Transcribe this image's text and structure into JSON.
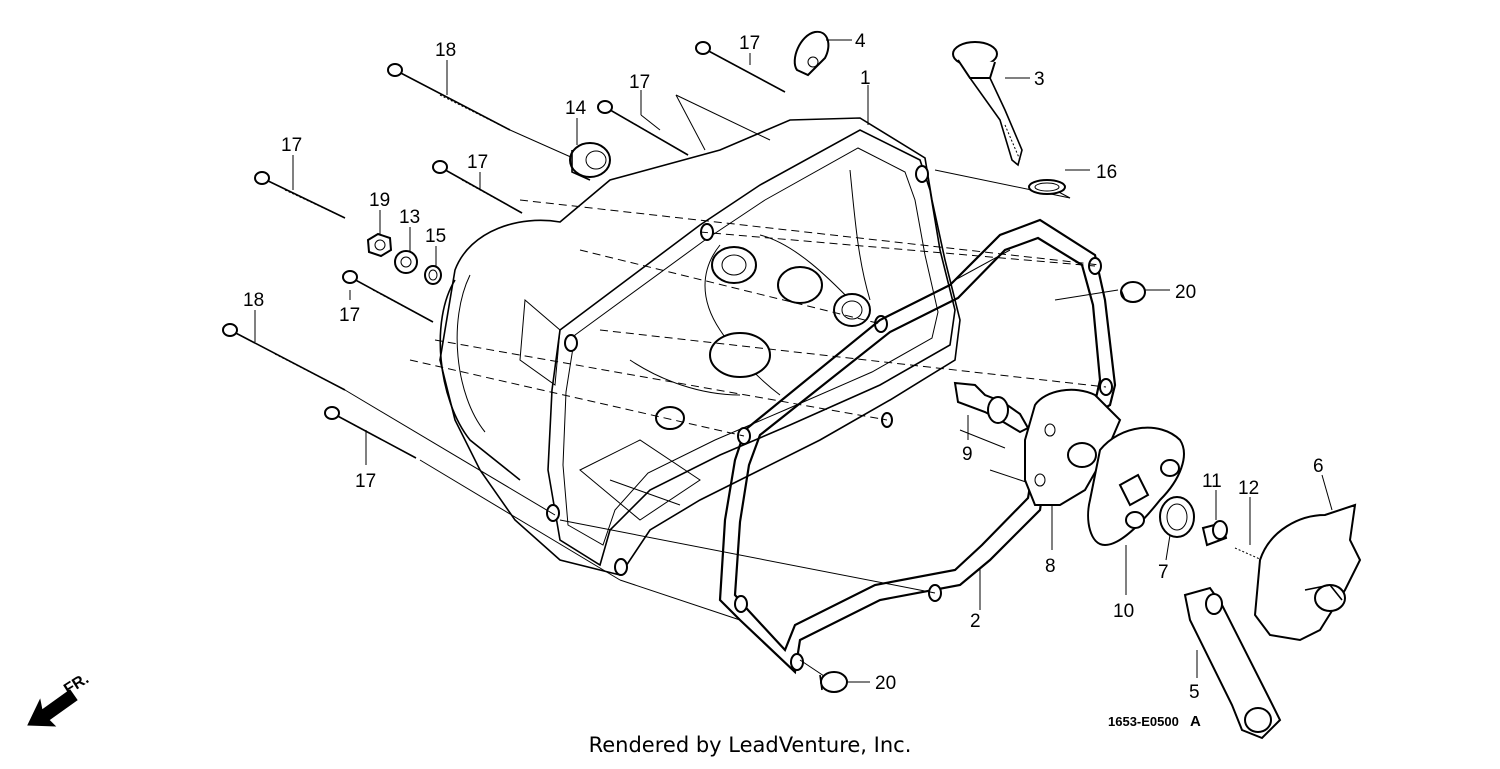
{
  "diagram": {
    "callouts": [
      {
        "id": "c1",
        "text": "1"
      },
      {
        "id": "c2",
        "text": "2"
      },
      {
        "id": "c3",
        "text": "3"
      },
      {
        "id": "c4",
        "text": "4"
      },
      {
        "id": "c5",
        "text": "5"
      },
      {
        "id": "c6",
        "text": "6"
      },
      {
        "id": "c7",
        "text": "7"
      },
      {
        "id": "c8",
        "text": "8"
      },
      {
        "id": "c9",
        "text": "9"
      },
      {
        "id": "c10",
        "text": "10"
      },
      {
        "id": "c11",
        "text": "11"
      },
      {
        "id": "c12",
        "text": "12"
      },
      {
        "id": "c13",
        "text": "13"
      },
      {
        "id": "c14",
        "text": "14"
      },
      {
        "id": "c15",
        "text": "15"
      },
      {
        "id": "c16",
        "text": "16"
      },
      {
        "id": "c17a",
        "text": "17"
      },
      {
        "id": "c17b",
        "text": "17"
      },
      {
        "id": "c17c",
        "text": "17"
      },
      {
        "id": "c17d",
        "text": "17"
      },
      {
        "id": "c17e",
        "text": "17"
      },
      {
        "id": "c17f",
        "text": "17"
      },
      {
        "id": "c18a",
        "text": "18"
      },
      {
        "id": "c18b",
        "text": "18"
      },
      {
        "id": "c19",
        "text": "19"
      },
      {
        "id": "c20a",
        "text": "20"
      },
      {
        "id": "c20b",
        "text": "20"
      }
    ],
    "front_arrow_label": "FR.",
    "diagram_code": "1653-E0500",
    "diagram_code_suffix": "A"
  },
  "footer": "Rendered by LeadVenture, Inc."
}
